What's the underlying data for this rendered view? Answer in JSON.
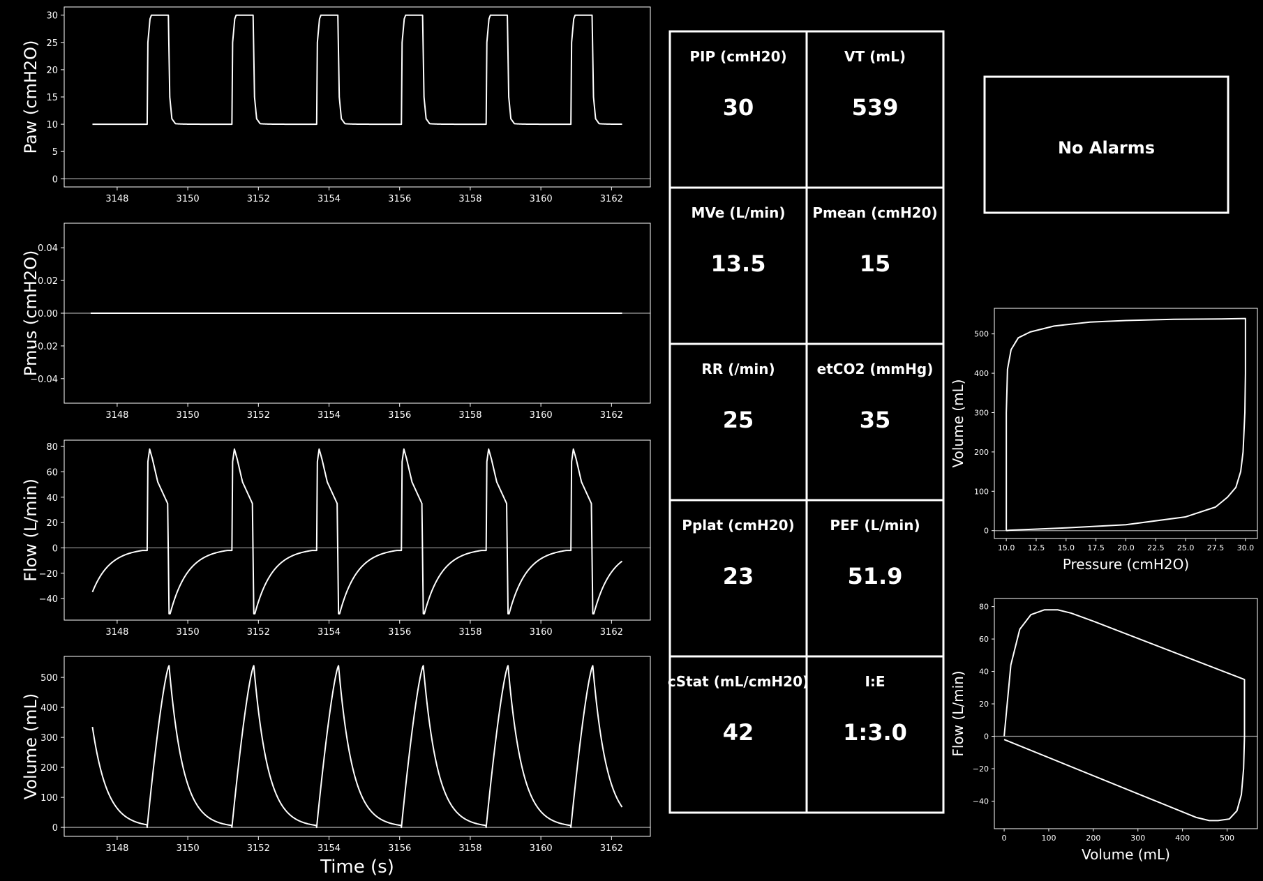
{
  "colors": {
    "background": "#000000",
    "trace": "#ffffff",
    "zero_line": "#a0a0a0",
    "frame": "#ffffff"
  },
  "chart_data": [
    {
      "id": "paw",
      "type": "line",
      "ylabel": "Paw (cmH2O)",
      "xlabel": "",
      "xlim": [
        3146.5,
        3163.1
      ],
      "ylim": [
        -1.5,
        31.5
      ],
      "xticks": [
        3148,
        3150,
        3152,
        3154,
        3156,
        3158,
        3160,
        3162
      ],
      "yticks": [
        0,
        5,
        10,
        15,
        20,
        25,
        30
      ],
      "zero_line": true,
      "breath_starts": [
        3148.85,
        3151.25,
        3153.65,
        3156.05,
        3158.45,
        3160.85
      ],
      "x_end": 3162.3,
      "series": [
        {
          "values_per_breath": {
            "peep": 10,
            "pip": 30,
            "insp_time": 0.6
          }
        }
      ]
    },
    {
      "id": "pmus",
      "type": "line",
      "ylabel": "Pmus (cmH2O)",
      "xlabel": "",
      "xlim": [
        3146.5,
        3163.1
      ],
      "ylim": [
        -0.055,
        0.055
      ],
      "xticks": [
        3148,
        3150,
        3152,
        3154,
        3156,
        3158,
        3160,
        3162
      ],
      "yticks": [
        -0.04,
        -0.02,
        0.0,
        0.02,
        0.04
      ],
      "yticklabels": [
        "−0.04",
        "−0.02",
        "0.00",
        "0.02",
        "0.04"
      ],
      "zero_line": true,
      "series": [
        {
          "values": [
            0
          ]
        }
      ]
    },
    {
      "id": "flow",
      "type": "line",
      "ylabel": "Flow (L/min)",
      "xlabel": "",
      "xlim": [
        3146.5,
        3163.1
      ],
      "ylim": [
        -57,
        85
      ],
      "xticks": [
        3148,
        3150,
        3152,
        3154,
        3156,
        3158,
        3160,
        3162
      ],
      "yticks": [
        -40,
        -20,
        0,
        20,
        40,
        60,
        80
      ],
      "yticklabels": [
        "−40",
        "−20",
        "0",
        "20",
        "40",
        "60",
        "80"
      ],
      "zero_line": true,
      "breath_starts": [
        3148.85,
        3151.25,
        3153.65,
        3156.05,
        3158.45,
        3160.85
      ],
      "x_end": 3162.3,
      "series": [
        {
          "values_per_breath": {
            "peak_insp": 78,
            "end_insp": 35,
            "peak_exp": -52,
            "tau": 0.5
          }
        }
      ]
    },
    {
      "id": "volume",
      "type": "line",
      "ylabel": "Volume (mL)",
      "xlabel": "Time (s)",
      "xlim": [
        3146.5,
        3163.1
      ],
      "ylim": [
        -30,
        570
      ],
      "xticks": [
        3148,
        3150,
        3152,
        3154,
        3156,
        3158,
        3160,
        3162
      ],
      "yticks": [
        0,
        100,
        200,
        300,
        400,
        500
      ],
      "zero_line": true,
      "breath_starts": [
        3148.85,
        3151.25,
        3153.65,
        3156.05,
        3158.45,
        3160.85
      ],
      "x_end": 3162.3,
      "series": [
        {
          "values_per_breath": {
            "vt": 539,
            "tau": 0.4,
            "start_value": 335
          }
        }
      ]
    },
    {
      "id": "pv_loop",
      "type": "line",
      "ylabel": "Volume (mL)",
      "xlabel": "Pressure (cmH2O)",
      "xlim": [
        9.0,
        31.0
      ],
      "ylim": [
        -20,
        565
      ],
      "xticks": [
        10.0,
        12.5,
        15.0,
        17.5,
        20.0,
        22.5,
        25.0,
        27.5,
        30.0
      ],
      "yticks": [
        0,
        100,
        200,
        300,
        400,
        500
      ],
      "zero_line": true,
      "series": [
        {
          "x": [
            10.0,
            10.0,
            10.1,
            10.4,
            11.0,
            12.0,
            14.0,
            17.0,
            20.0,
            24.0,
            28.0,
            30.0,
            30.0,
            29.95,
            29.8,
            29.6,
            29.2,
            28.5,
            27.5,
            25.0,
            20.0,
            15.0,
            10.3,
            10.0
          ],
          "y": [
            0,
            300,
            410,
            460,
            490,
            505,
            520,
            530,
            534,
            537,
            538,
            539,
            400,
            300,
            200,
            150,
            110,
            85,
            60,
            35,
            15,
            7,
            1,
            0
          ]
        }
      ]
    },
    {
      "id": "fv_loop",
      "type": "line",
      "ylabel": "Flow (L/min)",
      "xlabel": "Volume (mL)",
      "xlim": [
        -22,
        568
      ],
      "ylim": [
        -57,
        85
      ],
      "xticks": [
        0,
        100,
        200,
        300,
        400,
        500
      ],
      "yticks": [
        -40,
        -20,
        0,
        20,
        40,
        60,
        80
      ],
      "yticklabels": [
        "−40",
        "−20",
        "0",
        "20",
        "40",
        "60",
        "80"
      ],
      "zero_line": true,
      "series": [
        {
          "x": [
            0,
            15,
            35,
            60,
            90,
            120,
            150,
            200,
            539,
            539,
            537,
            532,
            522,
            505,
            480,
            460,
            430,
            0
          ],
          "y": [
            0,
            44,
            66,
            75,
            78,
            78,
            76,
            71,
            35,
            0,
            -20,
            -36,
            -46,
            -51,
            -52,
            -52,
            -50,
            -2
          ]
        }
      ]
    }
  ],
  "readouts": [
    {
      "label": "PIP (cmH20)",
      "value": "30"
    },
    {
      "label": "VT (mL)",
      "value": "539"
    },
    {
      "label": "MVe (L/min)",
      "value": "13.5"
    },
    {
      "label": "Pmean (cmH20)",
      "value": "15"
    },
    {
      "label": "RR (/min)",
      "value": "25"
    },
    {
      "label": "etCO2 (mmHg)",
      "value": "35"
    },
    {
      "label": "Pplat (cmH20)",
      "value": "23"
    },
    {
      "label": "PEF (L/min)",
      "value": "51.9"
    },
    {
      "label": "cStat (mL/cmH20)",
      "value": "42"
    },
    {
      "label": "I:E",
      "value": "1:3.0"
    }
  ],
  "alarm": {
    "text": "No Alarms"
  }
}
